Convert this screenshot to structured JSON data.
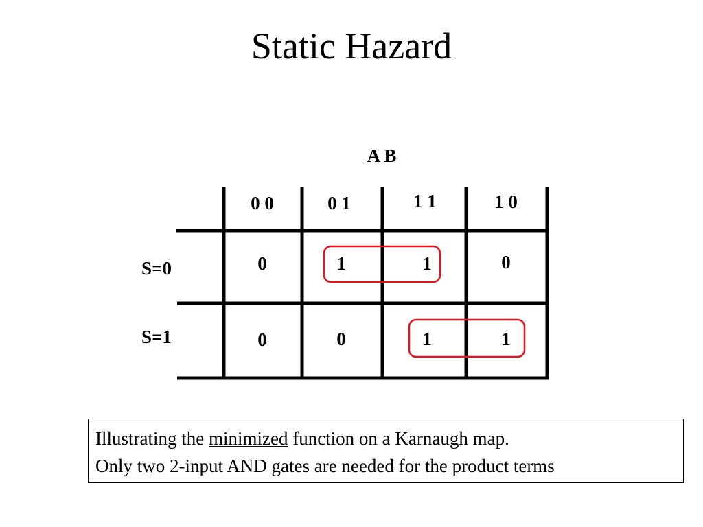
{
  "slide": {
    "title": "Static Hazard"
  },
  "kmap": {
    "column_variables": "A B",
    "column_headers": [
      "0 0",
      "0 1",
      "1 1",
      "1 0"
    ],
    "row_headers": [
      "S=0",
      "S=1"
    ],
    "cells": [
      [
        "0",
        "1",
        "1",
        "0"
      ],
      [
        "0",
        "0",
        "1",
        "1"
      ]
    ],
    "grid_color": "#000000",
    "group_color": "#e8141b"
  },
  "caption": {
    "line1_before": "Illustrating the ",
    "line1_emphasis": "minimized",
    "line1_after": " function on a Karnaugh map.",
    "line2": "Only two 2-input AND gates are needed for the product terms"
  }
}
